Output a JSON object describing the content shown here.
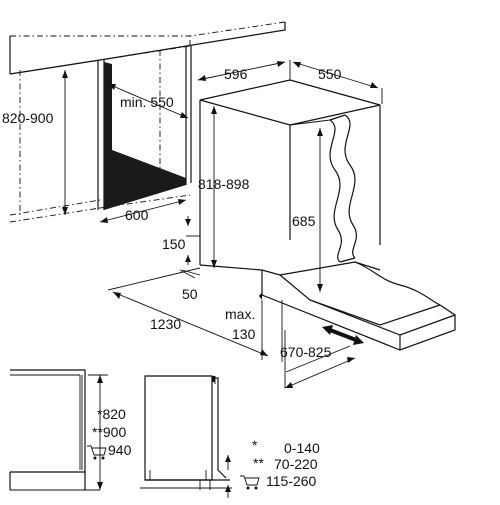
{
  "labels": {
    "cabinet_height": "820-900",
    "min_width": "min. 550",
    "opening_width": "600",
    "appliance_width": "596",
    "appliance_depth": "550",
    "appliance_height": "818-898",
    "door_height": "685",
    "plinth_height": "150",
    "plinth_depth": "50",
    "max_label": "max.",
    "max_value": "130",
    "cabinet_depth": "1230",
    "door_clearance": "670-825",
    "note_1": "*820",
    "note_2": "**900",
    "note_3": "940",
    "legend_1_mark": "*",
    "legend_1_value": "0-140",
    "legend_2_mark": "**",
    "legend_2_value": "70-220",
    "legend_3_value": "115-260"
  },
  "colors": {
    "line": "#111111",
    "fill_dark": "#1a1a1a",
    "background": "#ffffff"
  },
  "icons": [
    "cart-icon",
    "cart-icon",
    "up-arrow-icon",
    "down-arrow-icon"
  ]
}
